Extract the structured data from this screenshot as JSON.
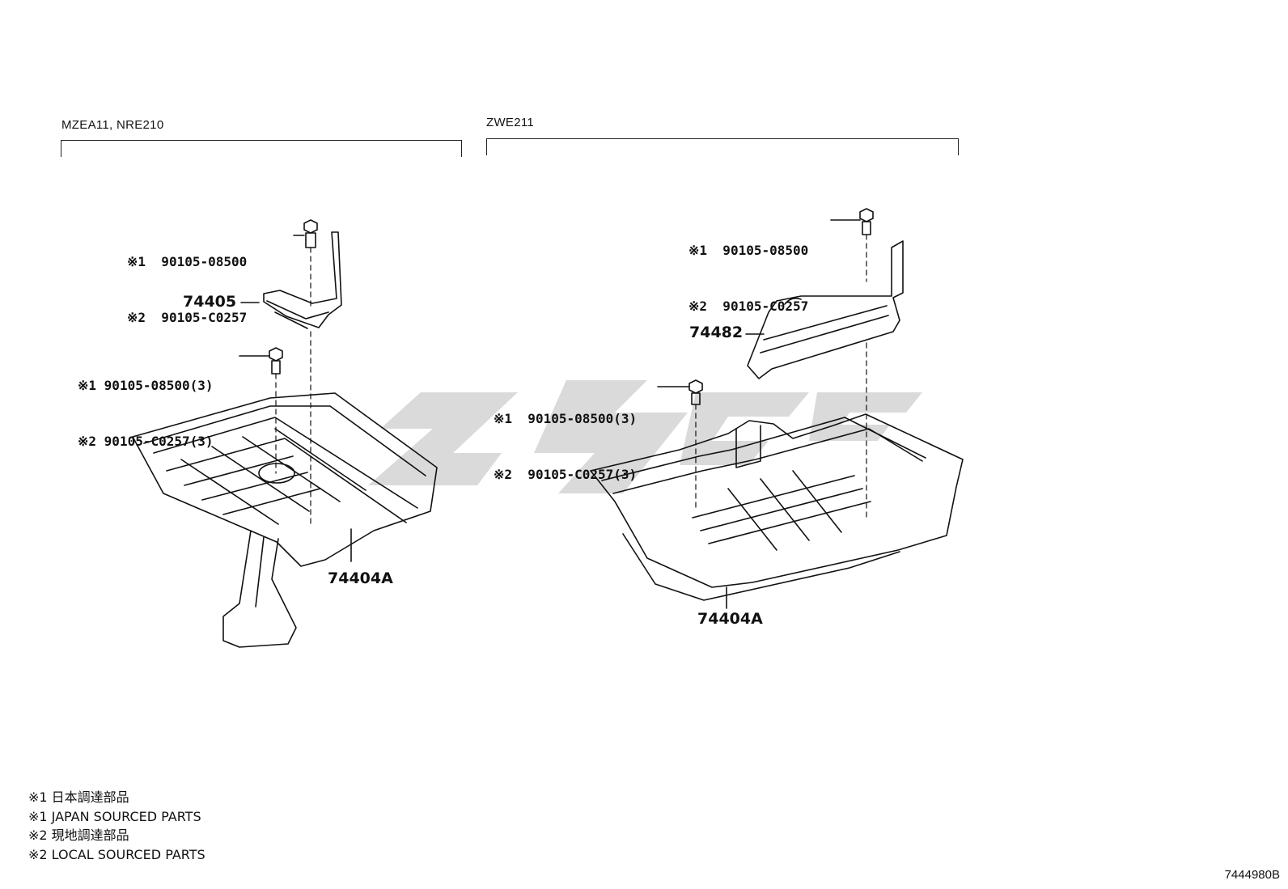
{
  "left_group": {
    "variant_label": "MZEA11, NRE210",
    "parts": {
      "bolt_top": [
        "※1  90105-08500",
        "※2  90105-C0257"
      ],
      "bracket": "74405",
      "bolt_mid": [
        "※1 90105-08500(3)",
        "※2 90105-C0257(3)"
      ],
      "tray": "74404A"
    }
  },
  "right_group": {
    "variant_label": "ZWE211",
    "parts": {
      "bolt_top": [
        "※1  90105-08500",
        "※2  90105-C0257"
      ],
      "cover": "74482",
      "bolt_mid": [
        "※1  90105-08500(3)",
        "※2  90105-C0257(3)"
      ],
      "tray": "74404A"
    }
  },
  "legend": [
    "※1 日本調達部品",
    "※1 JAPAN SOURCED PARTS",
    "※2 現地調達部品",
    "※2 LOCAL SOURCED PARTS"
  ],
  "diagram_code": "7444980B"
}
